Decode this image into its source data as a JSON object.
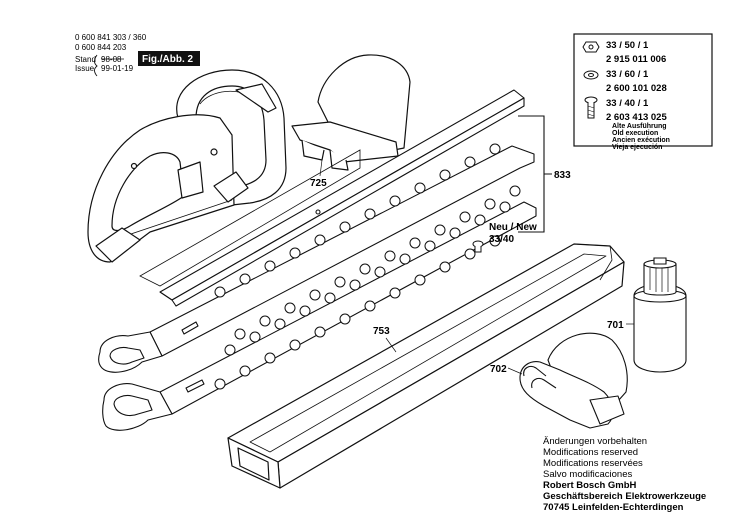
{
  "header": {
    "part_numbers": [
      "0 600 841 303 / 360",
      "0 600 844 203"
    ],
    "stand_label": "Stand",
    "stand_value": "98-08",
    "issue_label": "Issue",
    "issue_value": "99-01-19",
    "figure_tag": "Fig./Abb. 2"
  },
  "callouts": {
    "guard": "725",
    "blade_set": "833",
    "neu_new": "Neu / New",
    "screw_ref": "33/40",
    "sheath": "753",
    "oil_bottle": "701",
    "gloves": "702"
  },
  "legend": {
    "items": [
      {
        "ref": "33 / 50 / 1",
        "part": "2 915 011 006",
        "icon": "nut-icon"
      },
      {
        "ref": "33 / 60 / 1",
        "part": "2 600 101 028",
        "icon": "washer-icon"
      },
      {
        "ref": "33 / 40 / 1",
        "part": "2 603 413 025",
        "icon": "screw-icon"
      }
    ],
    "execution_notes": [
      "Alte Ausführung",
      "Old execution",
      "Ancien exécution",
      "Vieja ejecución"
    ]
  },
  "footer": {
    "notes": [
      "Änderungen vorbehalten",
      "Modifications reserved",
      "Modifications reservées",
      "Salvo modificaciones"
    ],
    "company": [
      "Robert Bosch GmbH",
      "Geschäftsbereich Elektrowerkzeuge",
      "70745 Leinfelden-Echterdingen"
    ]
  }
}
